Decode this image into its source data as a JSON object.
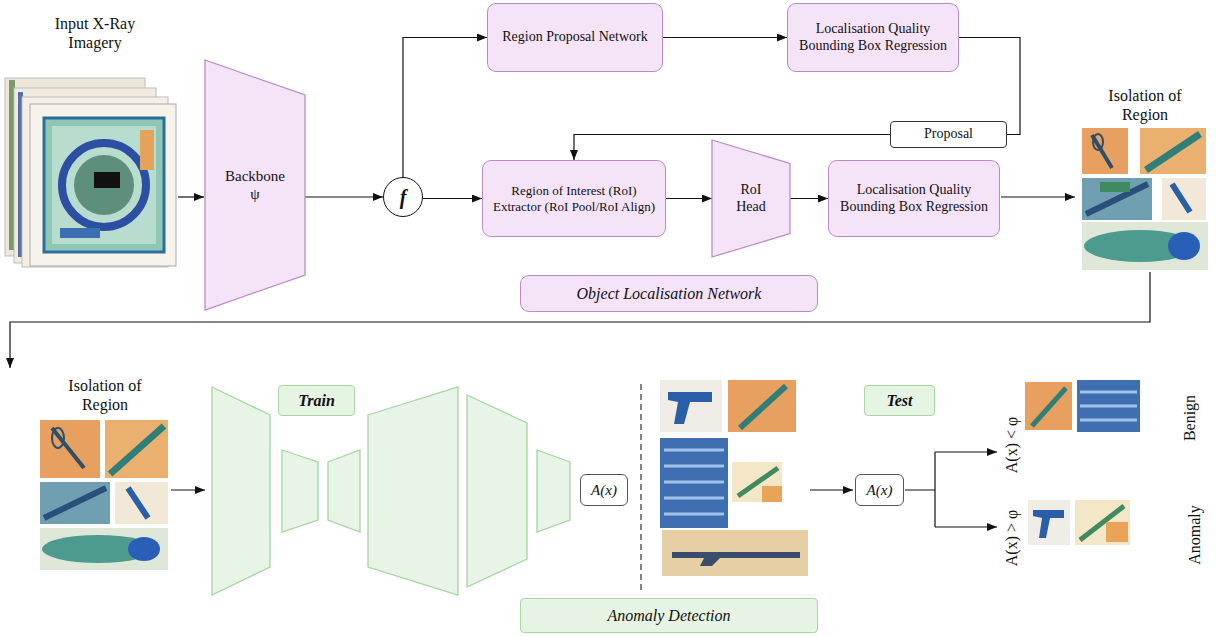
{
  "diagram": {
    "nodes": [
      {
        "text": [
          "Backbone ψ"
        ]
      },
      {
        "text": [
          "f"
        ]
      },
      {
        "text": [
          "Region Proposal Network"
        ]
      },
      {
        "text": [
          "Localisation Quality Bounding Box Regression"
        ]
      },
      {
        "text": [
          "Proposal"
        ]
      },
      {
        "text": [
          "Region of Interest (RoI) Extractor (RoI Pool/RoI Align)"
        ]
      },
      {
        "text": [
          "RoI Head"
        ]
      },
      {
        "text": [
          "Localisation Quality Bounding Box Regression"
        ]
      },
      {
        "text": [
          "Object Localisation Network"
        ]
      },
      {
        "text": [
          "Train"
        ]
      },
      {
        "text": [
          "Test"
        ]
      },
      {
        "text": [
          "A(x)"
        ]
      },
      {
        "text": [
          "A(x)"
        ]
      },
      {
        "text": [
          "Anomaly Detection"
        ]
      }
    ],
    "edges": [
      {
        "from": 0,
        "to": 1,
        "arrow": "to"
      },
      {
        "from": 1,
        "to": 2,
        "arrow": "to"
      },
      {
        "from": 1,
        "to": 5,
        "arrow": "to"
      },
      {
        "from": 2,
        "to": 3,
        "arrow": "to"
      },
      {
        "from": 3,
        "to": 4,
        "arrow": "none"
      },
      {
        "from": 4,
        "to": 5,
        "arrow": "to"
      },
      {
        "from": 5,
        "to": 6,
        "arrow": "to"
      },
      {
        "from": 6,
        "to": 7,
        "arrow": "to"
      }
    ],
    "labels": [
      "Input X-Ray Imagery",
      "Isolation of Region",
      "Isolation of Region",
      "A(x) < φ",
      "Benign",
      "A(x) > φ",
      "Anomaly"
    ]
  }
}
